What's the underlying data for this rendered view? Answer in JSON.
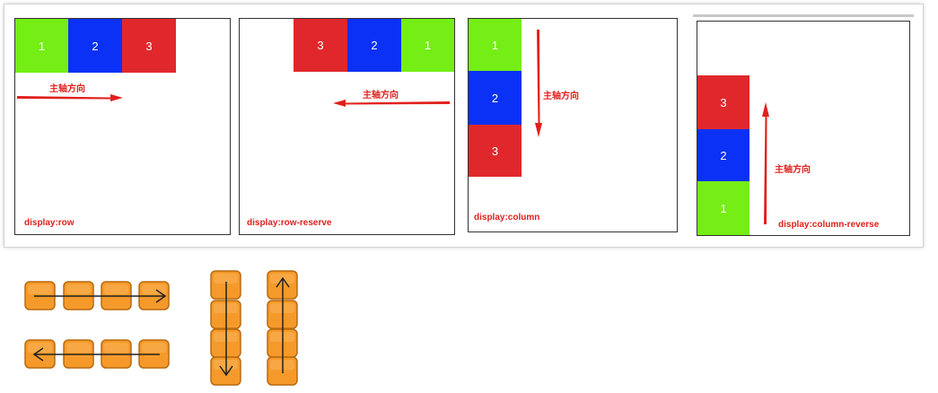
{
  "axis_label": "主轴方向",
  "colors": {
    "green": "#74ee15",
    "blue": "#0a31f5",
    "red": "#e0282c",
    "arrow": "#e0201c",
    "tile": "#f59a2a",
    "tile_border": "#c77514"
  },
  "panels": [
    {
      "caption": "display:row",
      "items": [
        "1",
        "2",
        "3"
      ]
    },
    {
      "caption": "display:row-reserve",
      "items": [
        "3",
        "2",
        "1"
      ]
    },
    {
      "caption": "display:column",
      "items": [
        "1",
        "2",
        "3"
      ]
    },
    {
      "caption": "display:column-reverse",
      "items": [
        "3",
        "2",
        "1"
      ]
    }
  ],
  "icons": [
    "arrow-right-icon",
    "arrow-left-icon",
    "arrow-down-icon",
    "arrow-up-icon"
  ]
}
